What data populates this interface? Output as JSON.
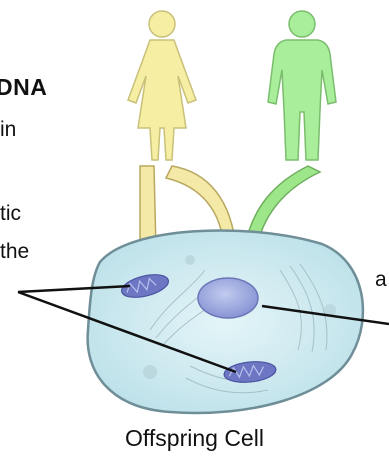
{
  "text_fragments": {
    "dna": "DNA",
    "in": "in",
    "tic": "tic",
    "the": "the",
    "a": "a"
  },
  "caption": "Offspring Cell",
  "colors": {
    "female_figure": "#f6efa3",
    "male_figure": "#a9ee9b",
    "female_arrow": "#f5e9a8",
    "male_arrow": "#9ee68a",
    "cell_fill": "#cfeaf0",
    "cell_border": "#6f8e98",
    "nucleus": "#9aa7de",
    "mitochondria": "#6c76c2",
    "pointer_line": "#111111"
  },
  "icons": {
    "female": "female-figure-icon",
    "male": "male-figure-icon"
  }
}
